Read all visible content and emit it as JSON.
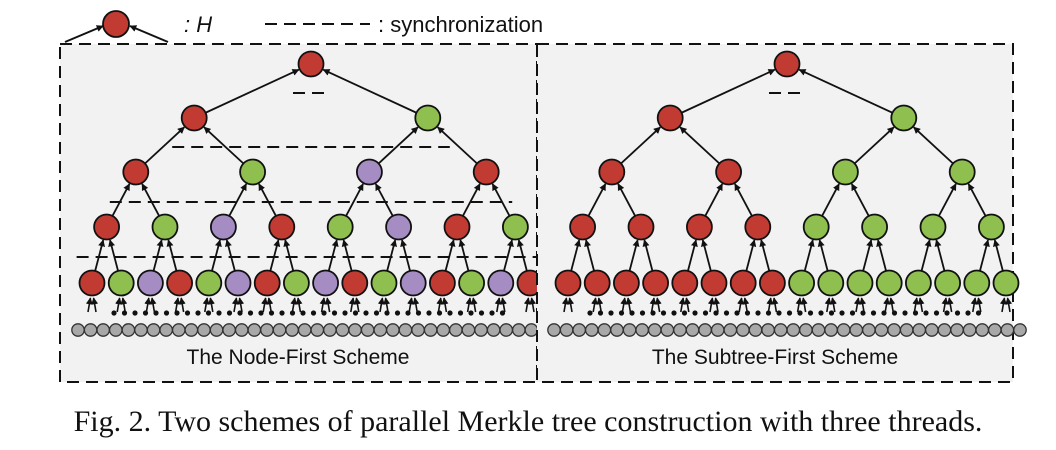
{
  "legend": {
    "node_label": ": H",
    "sync_label": ": synchronization"
  },
  "panels": [
    {
      "title": "The Node-First Scheme",
      "levels": [
        [
          "R",
          "G",
          "P",
          "R",
          "G",
          "P",
          "R",
          "G",
          "P",
          "R",
          "G",
          "P",
          "R",
          "G",
          "P",
          "R"
        ],
        [
          "R",
          "G",
          "P",
          "R",
          "G",
          "P",
          "R",
          "G"
        ],
        [
          "R",
          "G",
          "P",
          "R"
        ],
        [
          "R",
          "G"
        ],
        [
          "R"
        ]
      ]
    },
    {
      "title": "The Subtree-First Scheme",
      "levels": [
        [
          "R",
          "R",
          "R",
          "R",
          "R",
          "R",
          "R",
          "R",
          "G",
          "G",
          "G",
          "G",
          "G",
          "G",
          "G",
          "G"
        ],
        [
          "R",
          "R",
          "R",
          "R",
          "G",
          "G",
          "G",
          "G"
        ],
        [
          "R",
          "R",
          "G",
          "G"
        ],
        [
          "R",
          "G"
        ],
        [
          "R"
        ]
      ]
    }
  ],
  "colors": {
    "red": "#c23b32",
    "green": "#8ebf4f",
    "purple": "#a58dc4",
    "leaf": "#a8a8a8",
    "panel_bg": "#f2f2f2"
  },
  "caption": "Fig. 2.  Two schemes of parallel Merkle tree construction with three threads."
}
